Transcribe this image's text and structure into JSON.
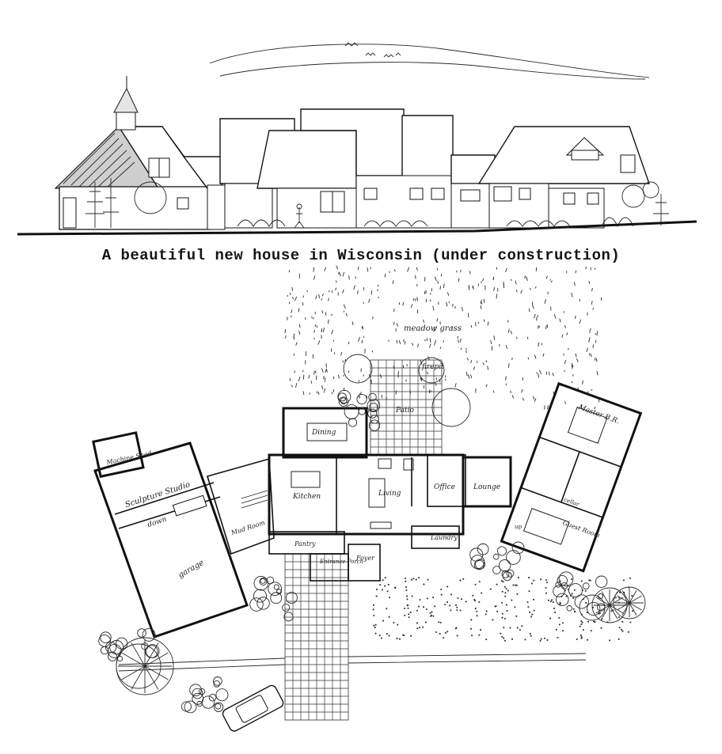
{
  "caption": "A beautiful new house in Wisconsin (under construction)",
  "labels": {
    "meadow_grass": "meadow grass",
    "firepit": "firepit",
    "patio": "Patio",
    "dining": "Dining",
    "machine_shed": "Machine Shed",
    "sculpture_studio": "Sculpture Studio",
    "down": "down",
    "garage": "garage",
    "mud_room": "Mud Room",
    "kitchen": "Kitchen",
    "living": "Living",
    "office": "Office",
    "lounge": "Lounge",
    "pantry": "Pantry",
    "laundry": "Laundry",
    "entrance_porch": "Entrance Porch",
    "foyer": "Foyer",
    "master_br": "Master B.R.",
    "guest_room": "Guest Room",
    "cellar": "cellar",
    "up": "up"
  }
}
